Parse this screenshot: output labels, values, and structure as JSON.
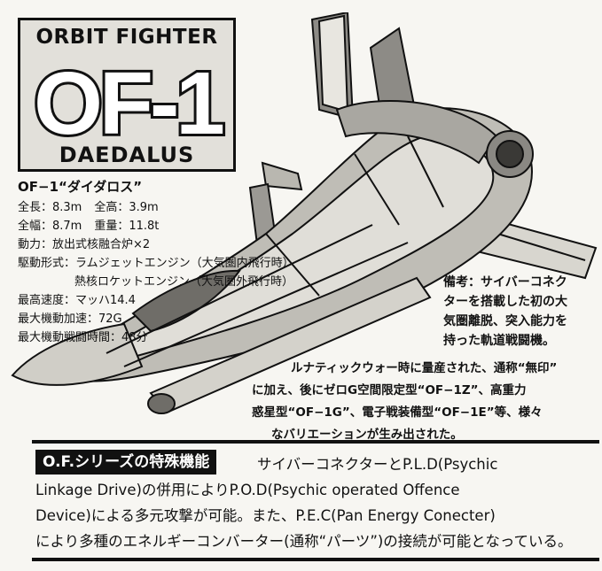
{
  "title": {
    "upper": "ORBIT FIGHTER",
    "model": "OF-1",
    "lower": "DAEDALUS"
  },
  "specs": {
    "name": "OF−1“ダイダロス”",
    "length": "全長：8.3m",
    "height": "全高：3.9m",
    "width": "全幅：8.7m",
    "weight": "重量：11.8t",
    "power": "動力：放出式核融合炉×2",
    "drive_label": "駆動形式：",
    "drive_1": "ラムジェットエンジン（大気圏内飛行時）",
    "drive_2": "熱核ロケットエンジン（大気圏外飛行時）",
    "max_speed": "最高速度：マッハ14.4",
    "max_accel": "最大機動加速：72G",
    "max_time": "最大機動戦闘時間：48分"
  },
  "note": {
    "line1": "備考：サイバーコネク",
    "line2": "ターを搭載した初の大",
    "line3": "気圏離脱、突入能力を",
    "line4": "持った軌道戦闘機。"
  },
  "desc": {
    "line1": "ルナティックウォー時に量産された、通称“無印”",
    "line2": "に加え、後にゼロG空間限定型“OF−1Z”、高重力",
    "line3": "惑星型“OF−1G”、電子戦装備型“OF−1E”等、様々",
    "line4": "なバリエーションが生み出された。"
  },
  "section": {
    "label": "O.F.シリーズの特殊機能",
    "line1": "サイバーコネクターとP.L.D(Psychic",
    "line2": "Linkage Drive)の併用によりP.O.D(Psychic operated Offence",
    "line3": "Device)による多元攻撃が可能。また、P.E.C(Pan Energy Conecter)",
    "line4": "により多種のエネルギーコンバーター(通称“パーツ”)の接続が可能となっている。"
  },
  "colors": {
    "ink": "#111111",
    "paper": "#f7f6f2",
    "title_box": "#e2e0da"
  }
}
